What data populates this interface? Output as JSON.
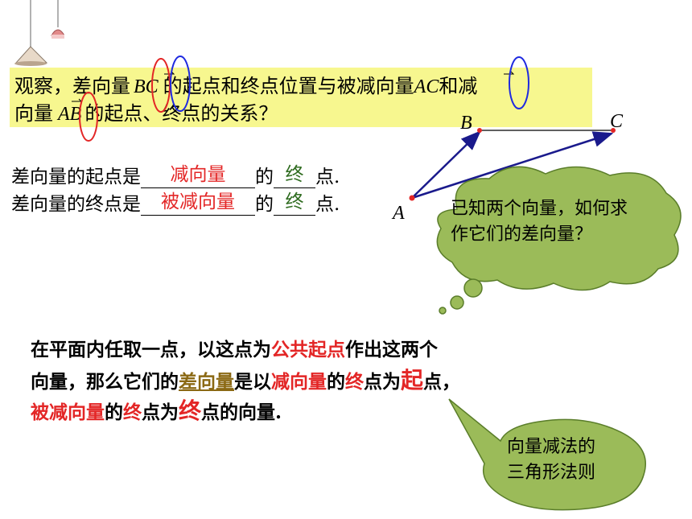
{
  "observe": {
    "line1_pre": "观察，差向量",
    "vec_BC": "BC",
    "line1_mid": "的起点和终点位置与被减向量",
    "vec_AC": "AC",
    "line1_post": "和减",
    "line2_pre": "向量",
    "vec_AB": "AB",
    "line2_post": "的起点、终点的关系？"
  },
  "fill": {
    "row1_pre": "差向量的起点是",
    "row1_ans1": "减向量",
    "row1_mid": "的",
    "row1_ans2": "终",
    "row1_post": "点.",
    "row2_pre": "差向量的终点是",
    "row2_ans1": "被减向量",
    "row2_mid": "的",
    "row2_ans2": "终",
    "row2_post": "点."
  },
  "diagram": {
    "point_A": "A",
    "point_B": "B",
    "point_C": "C",
    "vector_color": "#1a1a8c"
  },
  "cloud": {
    "line1": "已知两个向量，如何求",
    "line2": "作它们的差向量？",
    "color": "#9bbb59"
  },
  "rule": {
    "p1a": "在平面内任取一点，以这点为",
    "p1b": "公共起点",
    "p1c": "作出这两个",
    "p2a": "向量，那么它们的",
    "p2b": "差向量",
    "p2c": "是以",
    "p2d": "减向量",
    "p2e": "的",
    "p2f": "终",
    "p2g": "点为",
    "p2h": "起",
    "p2i": "点，",
    "p3a": "被减向量",
    "p3b": "的",
    "p3c": "终",
    "p3d": "点为",
    "p3e": "终",
    "p3f": "点的向量."
  },
  "bubble": {
    "line1": "向量减法的",
    "line2": "三角形法则"
  }
}
